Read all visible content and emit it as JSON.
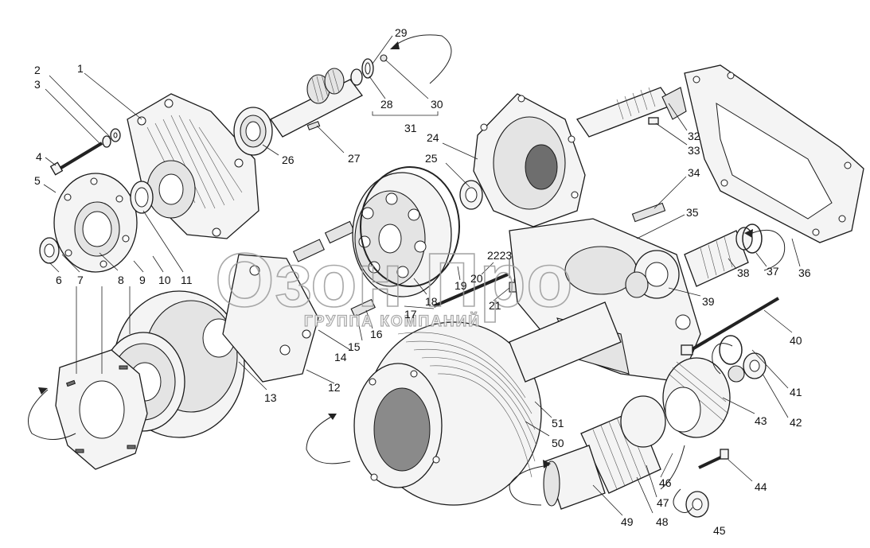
{
  "watermark": {
    "logo": "Озон Про",
    "subtitle": "ГРУППА КОМПАНИЙ"
  },
  "callouts": [
    "1",
    "2",
    "3",
    "4",
    "5",
    "6",
    "7",
    "8",
    "9",
    "10",
    "11",
    "12",
    "13",
    "14",
    "15",
    "16",
    "17",
    "18",
    "19",
    "20",
    "21",
    "2223",
    "24",
    "25",
    "26",
    "27",
    "28",
    "29",
    "30",
    "31",
    "32",
    "33",
    "34",
    "35",
    "36",
    "37",
    "38",
    "39",
    "40",
    "41",
    "42",
    "43",
    "44",
    "45",
    "46",
    "47",
    "48",
    "49",
    "50",
    "51"
  ]
}
